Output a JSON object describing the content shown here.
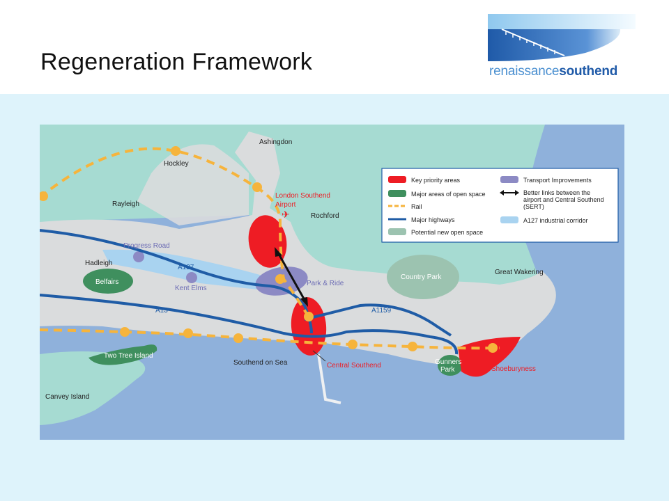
{
  "slide": {
    "title": "Regeneration Framework"
  },
  "logo": {
    "text_light": "renaissance",
    "text_bold": "southend",
    "colors": {
      "light": "#4a8fd0",
      "dark": "#1f5aa8"
    }
  },
  "map": {
    "places": {
      "ashingdon": "Ashingdon",
      "hockley": "Hockley",
      "rayleigh": "Rayleigh",
      "airport": [
        "London Southend",
        "Airport"
      ],
      "rochford": "Rochford",
      "progress_road": "Progress Road",
      "a127": "A127",
      "hadleigh": "Hadleigh",
      "belfairs": "Belfairs",
      "kent_elms": "Kent Elms",
      "park_ride": "Park & Ride",
      "country_park": "Country Park",
      "great_wakering": "Great Wakering",
      "a13": "A13",
      "a1159": "A1159",
      "two_tree_island": "Two Tree Island",
      "southend_on_sea": "Southend on Sea",
      "central_southend": "Central Southend",
      "gunners_park": [
        "Gunners",
        "Park"
      ],
      "shoeburyness": "Shoeburyness",
      "canvey_island": "Canvey Island"
    },
    "legend": {
      "key_priority": "Key priority areas",
      "open_space": "Major areas of open space",
      "rail": "Rail",
      "highways": "Major highways",
      "potential_open": "Potential new open space",
      "transport": "Transport Improvements",
      "better_links": [
        "Better links between the",
        "airport and Central Southend",
        "(SERT)"
      ],
      "a127_corridor": "A127 industrial corridor"
    },
    "colors": {
      "sea": "#8fb1db",
      "land": "#dadcdd",
      "teal_land": "#a6dbd2",
      "priority": "#ee1c24",
      "open_space": "#3f8f5e",
      "potential_open": "#9cc3b0",
      "transport": "#8c8ac4",
      "rail": "#f6b43c",
      "highway": "#1f5ca6",
      "corridor": "#a9d3f0"
    }
  }
}
